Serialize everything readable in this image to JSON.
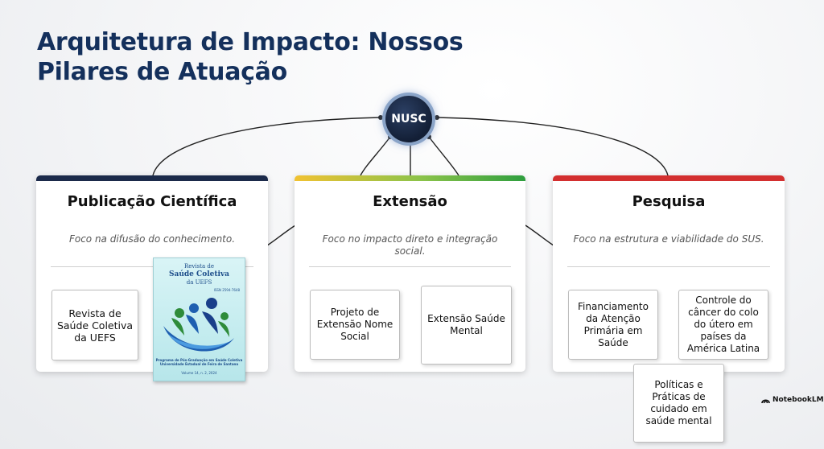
{
  "title": {
    "line1": "Arquitetura de Impacto: Nossos",
    "line2": "Pilares de Atuação"
  },
  "hub": {
    "label": "NUSC"
  },
  "pillars": [
    {
      "title": "Publicação Científica",
      "focus": "Foco na difusão do conhecimento.",
      "color": "#1b2a4a",
      "items": [
        "Revista de Saúde Coletiva da UEFS"
      ]
    },
    {
      "title": "Extensão",
      "focus": "Foco no impacto direto e integração social.",
      "color_gradient": [
        "#f1c232",
        "#8bc34a",
        "#2e9e3e"
      ],
      "items": [
        "Projeto de Extensão Nome Social",
        "Extensão Saúde Mental"
      ]
    },
    {
      "title": "Pesquisa",
      "focus": "Foco na estrutura e viabilidade do SUS.",
      "color": "#d32f2f",
      "items": [
        "Financiamento da Atenção Primária em Saúde",
        "Controle do câncer do colo do útero em países da América Latina",
        "Políticas e Práticas de cuidado em saúde mental"
      ]
    }
  ],
  "journal_cover": {
    "line1": "Revista de",
    "line2": "Saúde Coletiva",
    "line3": "da UEFS",
    "issn": "ISSN 2594-7648",
    "program": "Programa de Pós-Graduação em Saúde Coletiva Universidade Estadual de Feira de Santana",
    "volume": "Volume 14, n. 2, 2024"
  },
  "watermark": {
    "label": "NotebookLM",
    "icon": "notebooklm-logo-icon"
  }
}
